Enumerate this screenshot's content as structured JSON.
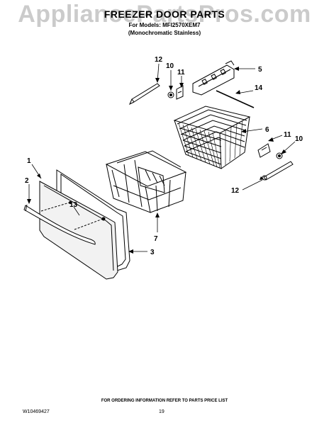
{
  "watermark": "AppliancePartsPros.com",
  "header": {
    "title": "FREEZER DOOR PARTS",
    "model_line": "For Models: MFI2570XEM7",
    "finish_line": "(Monochromatic Stainless)"
  },
  "callouts": {
    "c1": "1",
    "c2": "2",
    "c3": "3",
    "c5": "5",
    "c6": "6",
    "c7": "7",
    "c10a": "10",
    "c10b": "10",
    "c11a": "11",
    "c11b": "11",
    "c12a": "12",
    "c12b": "12",
    "c13": "13",
    "c14": "14"
  },
  "footer": {
    "note": "FOR ORDERING INFORMATION REFER TO PARTS PRICE LIST",
    "doc_number": "W10469427",
    "page_number": "19"
  },
  "colors": {
    "line": "#000000",
    "watermark": "#a0a0a0",
    "door_fill": "#f2f2f2"
  }
}
